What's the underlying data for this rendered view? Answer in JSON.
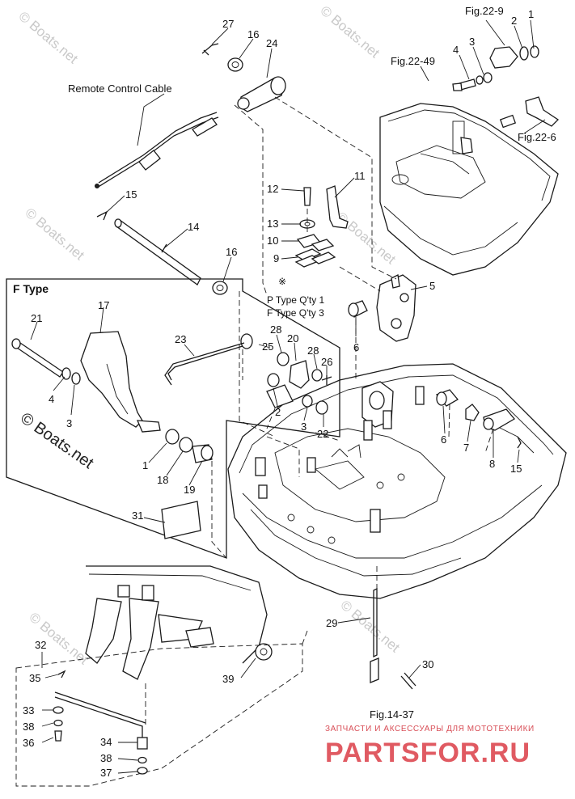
{
  "labels": {
    "remote_cable": "Remote Control Cable",
    "f_type_title": "F Type",
    "note_p": "P Type  Q'ty 1",
    "note_f": "F Type  Q'ty 3",
    "note_mark": "※",
    "ref_22_9": "Fig.22-9",
    "ref_22_49": "Fig.22-49",
    "ref_22_6": "Fig.22-6",
    "ref_14_37": "Fig.14-37"
  },
  "callouts": {
    "c1a": "1",
    "c2a": "2",
    "c3a": "3",
    "c4a": "4",
    "c27": "27",
    "c16a": "16",
    "c24": "24",
    "c12": "12",
    "c11": "11",
    "c13": "13",
    "c10": "10",
    "c9": "9",
    "c15a": "15",
    "c14": "14",
    "c16b": "16",
    "c5": "5",
    "c21": "21",
    "c17": "17",
    "c4b": "4",
    "c3b": "3",
    "c23": "23",
    "c28a": "28",
    "c20": "20",
    "c25": "25",
    "c28b": "28",
    "c26": "26",
    "c6a": "6",
    "c2b": "2",
    "c3c": "3",
    "c22": "22",
    "c1b": "1",
    "c18": "18",
    "c19": "19",
    "c6b": "6",
    "c7": "7",
    "c8": "8",
    "c15b": "15",
    "c31": "31",
    "c29": "29",
    "c30": "30",
    "c32": "32",
    "c35": "35",
    "c33": "33",
    "c38a": "38",
    "c36": "36",
    "c34": "34",
    "c38b": "38",
    "c37": "37",
    "c39": "39"
  },
  "watermarks": {
    "wm": "© Boats.net",
    "f_type_wm": "© Boats.net"
  },
  "shop": {
    "tagline": "ЗАПЧАСТИ И АКСЕССУАРЫ ДЛЯ МОТОТЕХНИКИ",
    "logo": "PARTSFOR.RU"
  }
}
